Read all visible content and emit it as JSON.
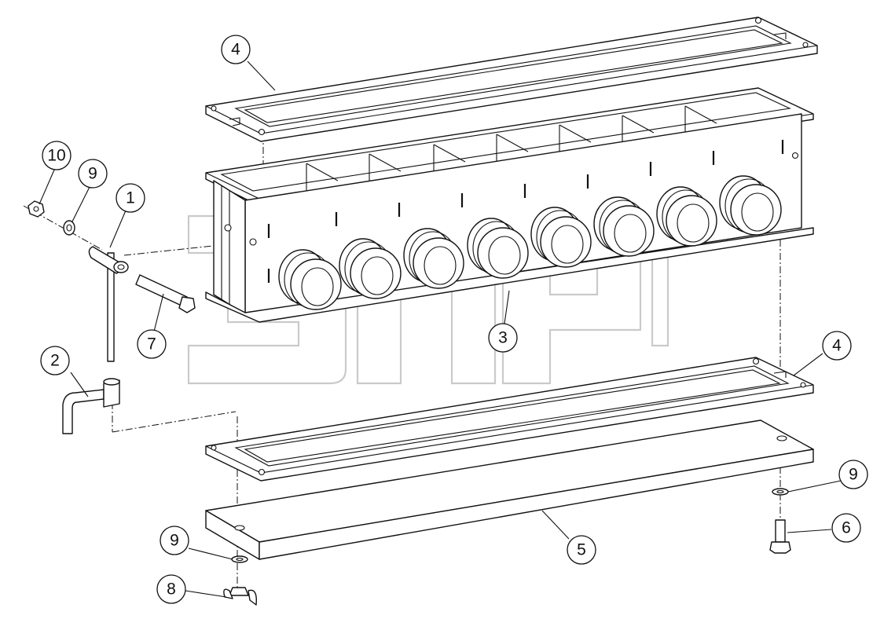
{
  "diagram": {
    "callouts": [
      {
        "label": "4"
      },
      {
        "label": "10"
      },
      {
        "label": "9"
      },
      {
        "label": "1"
      },
      {
        "label": "7"
      },
      {
        "label": "2"
      },
      {
        "label": "3"
      },
      {
        "label": "4"
      },
      {
        "label": "9"
      },
      {
        "label": "6"
      },
      {
        "label": "5"
      },
      {
        "label": "9"
      },
      {
        "label": "8"
      }
    ],
    "colors": {
      "line": "#111111",
      "paper": "#ffffff",
      "watermark": "#c4c4c4"
    }
  }
}
